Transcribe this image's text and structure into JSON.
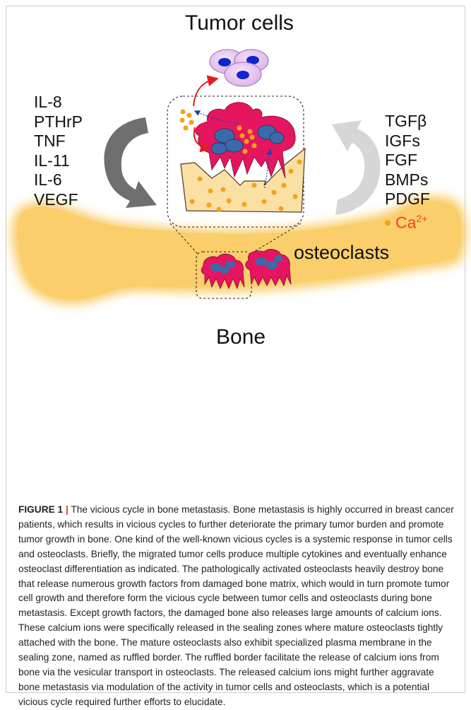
{
  "diagram": {
    "title": "Tumor cells",
    "osteoclasts_label": "osteoclasts",
    "bone_label": "Bone",
    "left_factors": [
      "IL-8",
      "PTHrP",
      "TNF",
      "IL-11",
      "IL-6",
      "VEGF"
    ],
    "right_factors": [
      "TGFβ",
      "IGFs",
      "FGF",
      "BMPs",
      "PDGF"
    ],
    "calcium": {
      "base": "Ca",
      "sup": "2+"
    },
    "colors": {
      "frame": "#cccccc",
      "bone": "#f9ce6b",
      "bone_matrix": "#fbe0a3",
      "osteoclast": "#e6155f",
      "nucleus": "#3a6aaa",
      "tumor_cell": "#e7c5ef",
      "tumor_nucleus": "#0f25d0",
      "calcium_dot": "#f4a21a",
      "arrow_left": "#6f6f6f",
      "arrow_right": "#d6d6d6",
      "red_arrow": "#e02020",
      "blue_arrow": "#2b3bb5"
    }
  },
  "caption": {
    "label": "FIGURE 1",
    "separator": "|",
    "text": "The vicious cycle in bone metastasis. Bone metastasis is highly occurred in breast cancer patients, which results in vicious cycles to further deteriorate the primary tumor burden and promote tumor growth in bone. One kind of the well-known vicious cycles is a systemic response in tumor cells and osteoclasts. Briefly, the migrated tumor cells produce multiple cytokines and eventually enhance osteoclast differentiation as indicated. The pathologically activated osteoclasts heavily destroy bone that release numerous growth factors from damaged bone matrix, which would in turn promote tumor cell growth and therefore form the vicious cycle between tumor cells and osteoclasts during bone metastasis. Except growth factors, the damaged bone also releases large amounts of calcium ions. These calcium ions were specifically released in the sealing zones where mature osteoclasts tightly attached with the bone. The mature osteoclasts also exhibit specialized plasma membrane in the sealing zone, named as ruffled border. The ruffled border facilitate the release of calcium ions from bone via the vesicular transport in osteoclasts. The released calcium ions might further aggravate bone metastasis via modulation of the activity in tumor cells and osteoclasts, which is a potential vicious cycle required further efforts to elucidate."
  }
}
